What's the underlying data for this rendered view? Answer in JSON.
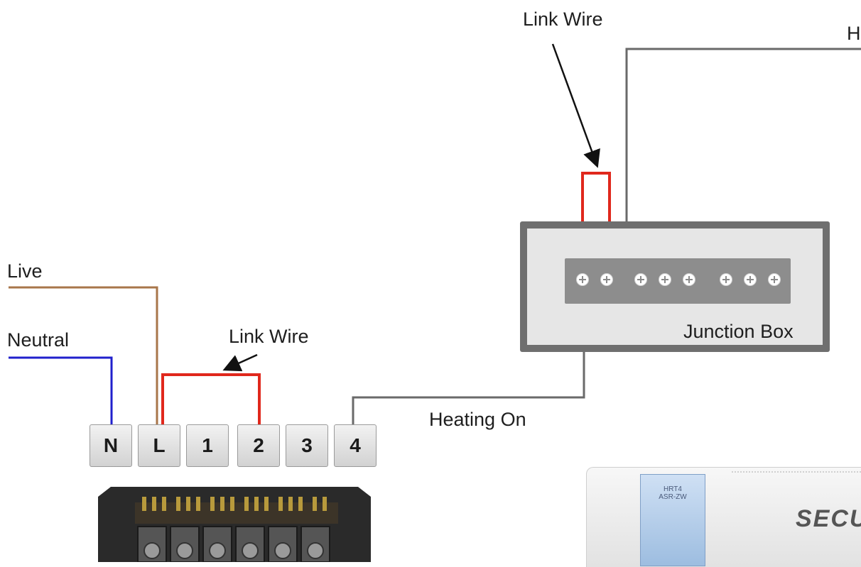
{
  "labels": {
    "link_wire_top": "Link Wire",
    "top_right_partial": "H",
    "live": "Live",
    "neutral": "Neutral",
    "link_wire_mid": "Link Wire",
    "heating_on": "Heating On",
    "junction_box": "Junction Box"
  },
  "terminals": [
    "N",
    "L",
    "1",
    "2",
    "3",
    "4"
  ],
  "device": {
    "model": "HRT4\nASR-ZW",
    "brand": "SECU"
  },
  "colors": {
    "live_wire": "#a8764a",
    "neutral_wire": "#2020cc",
    "link_wire": "#e0281c",
    "signal_wire": "#6a6a6a"
  }
}
